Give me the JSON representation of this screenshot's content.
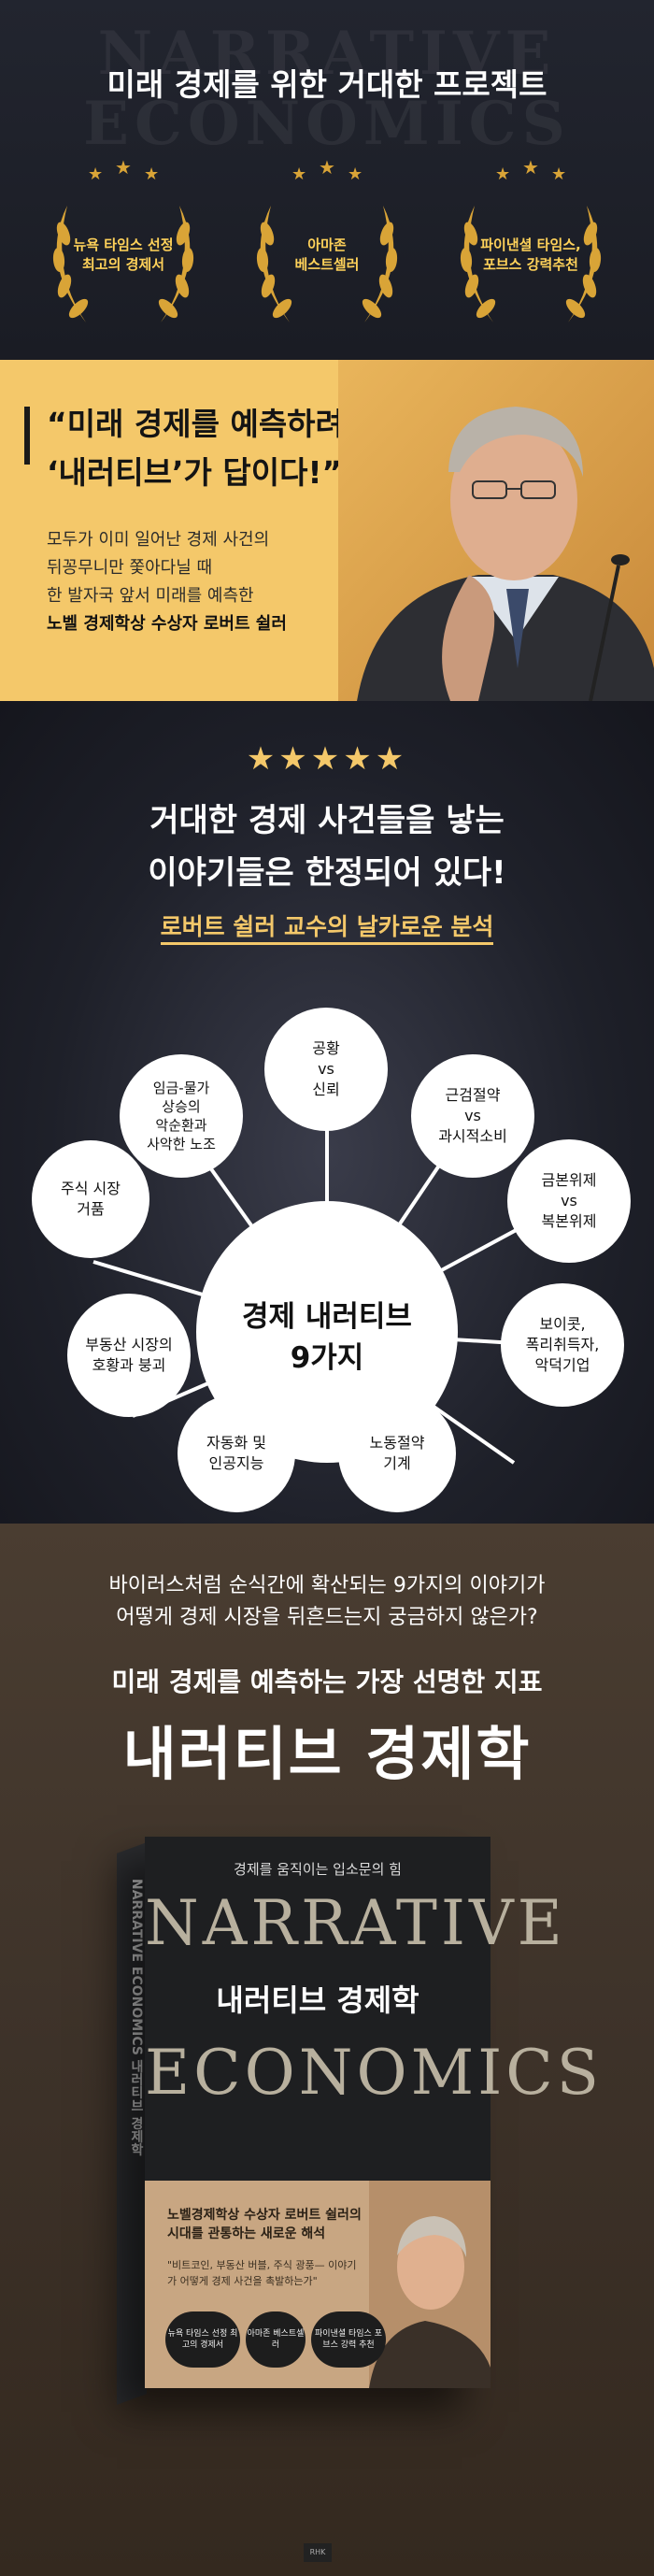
{
  "section1": {
    "ghost": "NARRATIVE ECONOMICS",
    "headline": "미래 경제를 위한 거대한 프로젝트",
    "laurels": [
      {
        "line1": "뉴욕 타임스 선정",
        "line2": "최고의 경제서"
      },
      {
        "line1": "아마존",
        "line2": "베스트셀러"
      },
      {
        "line1": "파이낸셜 타임스,",
        "line2": "포브스 강력추천"
      }
    ],
    "accent_color": "#f4c86a"
  },
  "section2": {
    "quote_line1": "“미래 경제를 예측하려면",
    "quote_line2": "‘내러티브’가 답이다!”",
    "body_line1": "모두가 이미 일어난 경제 사건의",
    "body_line2": "뒤꽁무니만 쫓아다닐 때",
    "body_line3": "한 발자국 앞서 미래를 예측한",
    "body_line4": "노벨 경제학상 수상자 로버트 쉴러",
    "bg_color": "#f4c86a"
  },
  "section3": {
    "stars": "★★★★★",
    "headline1": "거대한 경제 사건들을 낳는",
    "headline2": "이야기들은 한정되어 있다!",
    "subhead": "로버트 쉴러 교수의 날카로운 분석",
    "center_line1": "경제 내러티브",
    "center_line2": "9가지",
    "nodes": [
      {
        "t1": "공황",
        "t2": "vs",
        "t3": "신뢰",
        "t4": ""
      },
      {
        "t1": "근검절약",
        "t2": "vs",
        "t3": "과시적소비",
        "t4": ""
      },
      {
        "t1": "금본위제",
        "t2": "vs",
        "t3": "복본위제",
        "t4": ""
      },
      {
        "t1": "보이콧,",
        "t2": "폭리취득자,",
        "t3": "악덕기업",
        "t4": ""
      },
      {
        "t1": "노동절약",
        "t2": "기계",
        "t3": "",
        "t4": ""
      },
      {
        "t1": "자동화 및",
        "t2": "인공지능",
        "t3": "",
        "t4": ""
      },
      {
        "t1": "부동산 시장의",
        "t2": "호황과 붕괴",
        "t3": "",
        "t4": ""
      },
      {
        "t1": "주식 시장",
        "t2": "거품",
        "t3": "",
        "t4": ""
      },
      {
        "t1": "임금-물가",
        "t2": "상승의",
        "t3": "악순환과",
        "t4": "사악한 노조"
      }
    ]
  },
  "section4": {
    "line1": "바이러스처럼 순식간에 확산되는 9가지의 이야기가",
    "line2": "어떻게 경제 시장을 뒤흔드는지 궁금하지 않은가?",
    "line3": "미래 경제를 예측하는 가장 선명한 지표",
    "line4": "내러티브 경제학",
    "book": {
      "tagline": "경제를 움직이는 입소문의 힘",
      "en1": "NARRATIVE",
      "kor_title": "내러티브 경제학",
      "en2": "ECONOMICS",
      "spine": "NARRATIVE ECONOMICS 내러티브 경제학",
      "lower1": "노벨경제학상 수상자 로버트 쉴러의",
      "lower2": "시대를 관통하는 새로운 해석",
      "quote": "\"비트코인, 부동산 버블, 주식 광풍— 이야기가 어떻게 경제 사건을 촉발하는가\"",
      "badge1": "뉴욕 타임스 선정 최고의 경제서",
      "badge2": "아마존 베스트셀러",
      "badge3": "파이낸셜 타임스 포브스 강력 추천",
      "publisher": "RHK"
    }
  }
}
